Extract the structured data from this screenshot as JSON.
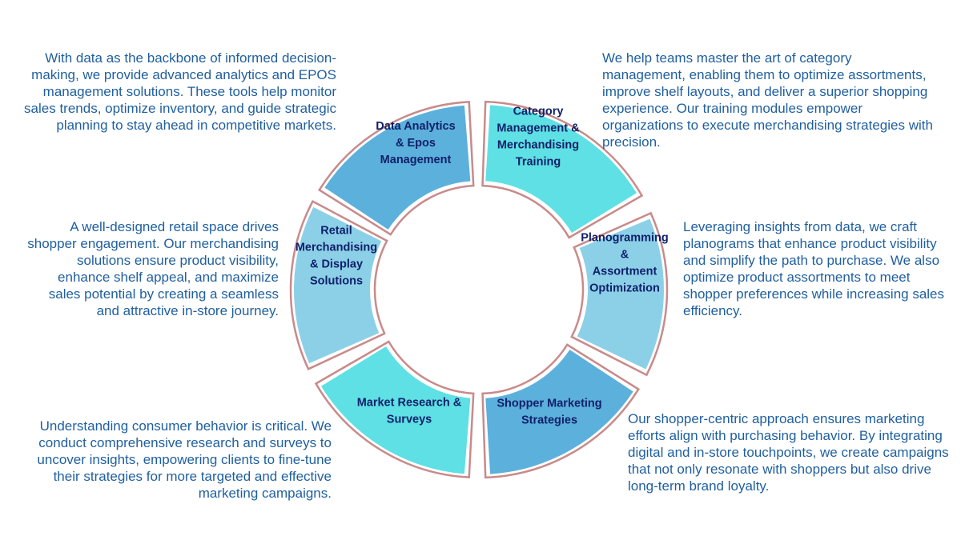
{
  "colors": {
    "text_blue": "#1f5f9f",
    "segment_label": "#10206a",
    "outline": "#c98a8a",
    "teal": "#5ee0e4",
    "mid_blue": "#5cb0dc",
    "light_blue": "#8cd0e8"
  },
  "segments": [
    {
      "id": "data-analytics",
      "label_lines": [
        "Data Analytics",
        "& Epos",
        "Management"
      ],
      "fill": "#5cb0dc",
      "description": "With data as the backbone of informed decision-making, we provide advanced analytics and EPOS management solutions. These tools help monitor sales trends, optimize inventory, and guide strategic planning to stay ahead in competitive markets."
    },
    {
      "id": "category-management",
      "label_lines": [
        "Category",
        "Management &",
        "Merchandising",
        "Training"
      ],
      "fill": "#5ee0e4",
      "description": "We help teams master the art of category management, enabling them to optimize assortments, improve shelf layouts, and deliver a superior shopping experience. Our training modules empower organizations to execute merchandising strategies with precision."
    },
    {
      "id": "planogramming",
      "label_lines": [
        "Planogramming",
        "&",
        "Assortment",
        "Optimization"
      ],
      "fill": "#8cd0e8",
      "description": "Leveraging insights from data, we craft planograms that enhance product visibility and simplify the path to purchase. We also optimize product assortments to meet shopper preferences while increasing sales efficiency."
    },
    {
      "id": "shopper-marketing",
      "label_lines": [
        "Shopper Marketing",
        "Strategies"
      ],
      "fill": "#5cb0dc",
      "description": "Our shopper-centric approach ensures marketing efforts align with purchasing behavior. By integrating digital and in-store touchpoints, we create campaigns that not only resonate with shoppers but also drive long-term brand loyalty."
    },
    {
      "id": "market-research",
      "label_lines": [
        "Market Research &",
        "Surveys"
      ],
      "fill": "#5ee0e4",
      "description": "Understanding consumer behavior is critical. We conduct comprehensive research and surveys to uncover insights, empowering clients to fine-tune their strategies for more targeted and effective marketing campaigns."
    },
    {
      "id": "retail-merchandising",
      "label_lines": [
        "Retail",
        "Merchandising",
        "& Display",
        "Solutions"
      ],
      "fill": "#8cd0e8",
      "description": "A well-designed retail space drives shopper engagement. Our merchandising solutions ensure product visibility, enhance shelf appeal, and maximize sales potential by creating a seamless and attractive in-store journey."
    }
  ]
}
